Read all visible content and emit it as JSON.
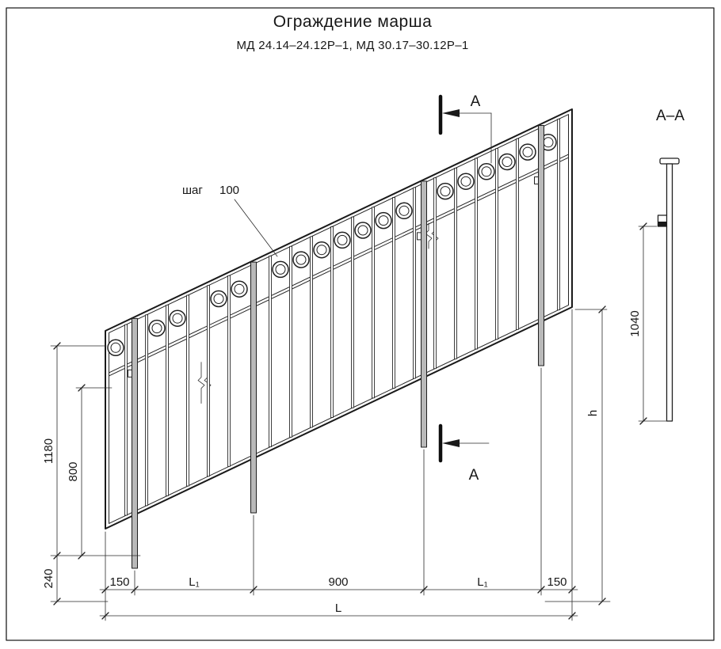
{
  "sheet": {
    "title": "Ограждение марша",
    "subtitle": "МД 24.14–24.12Р–1, МД 30.17–30.12Р–1"
  },
  "annotations": {
    "step_label": "шаг",
    "step_value": "100",
    "section_letter_top": "А",
    "section_letter_bottom": "А",
    "section_view_title": "А–А"
  },
  "dimensions": {
    "left_total": "1180",
    "left_baluster": "800",
    "left_post_embed": "240",
    "bottom_150_left": "150",
    "bottom_l1_left": "L₁",
    "bottom_900": "900",
    "bottom_l1_right": "L₁",
    "bottom_150_right": "150",
    "bottom_total": "L",
    "right_height": "h",
    "section_post_height": "1040"
  },
  "colors": {
    "line": "#1f1f1f",
    "post_fill": "#b9b9b9",
    "paper": "#ffffff"
  }
}
